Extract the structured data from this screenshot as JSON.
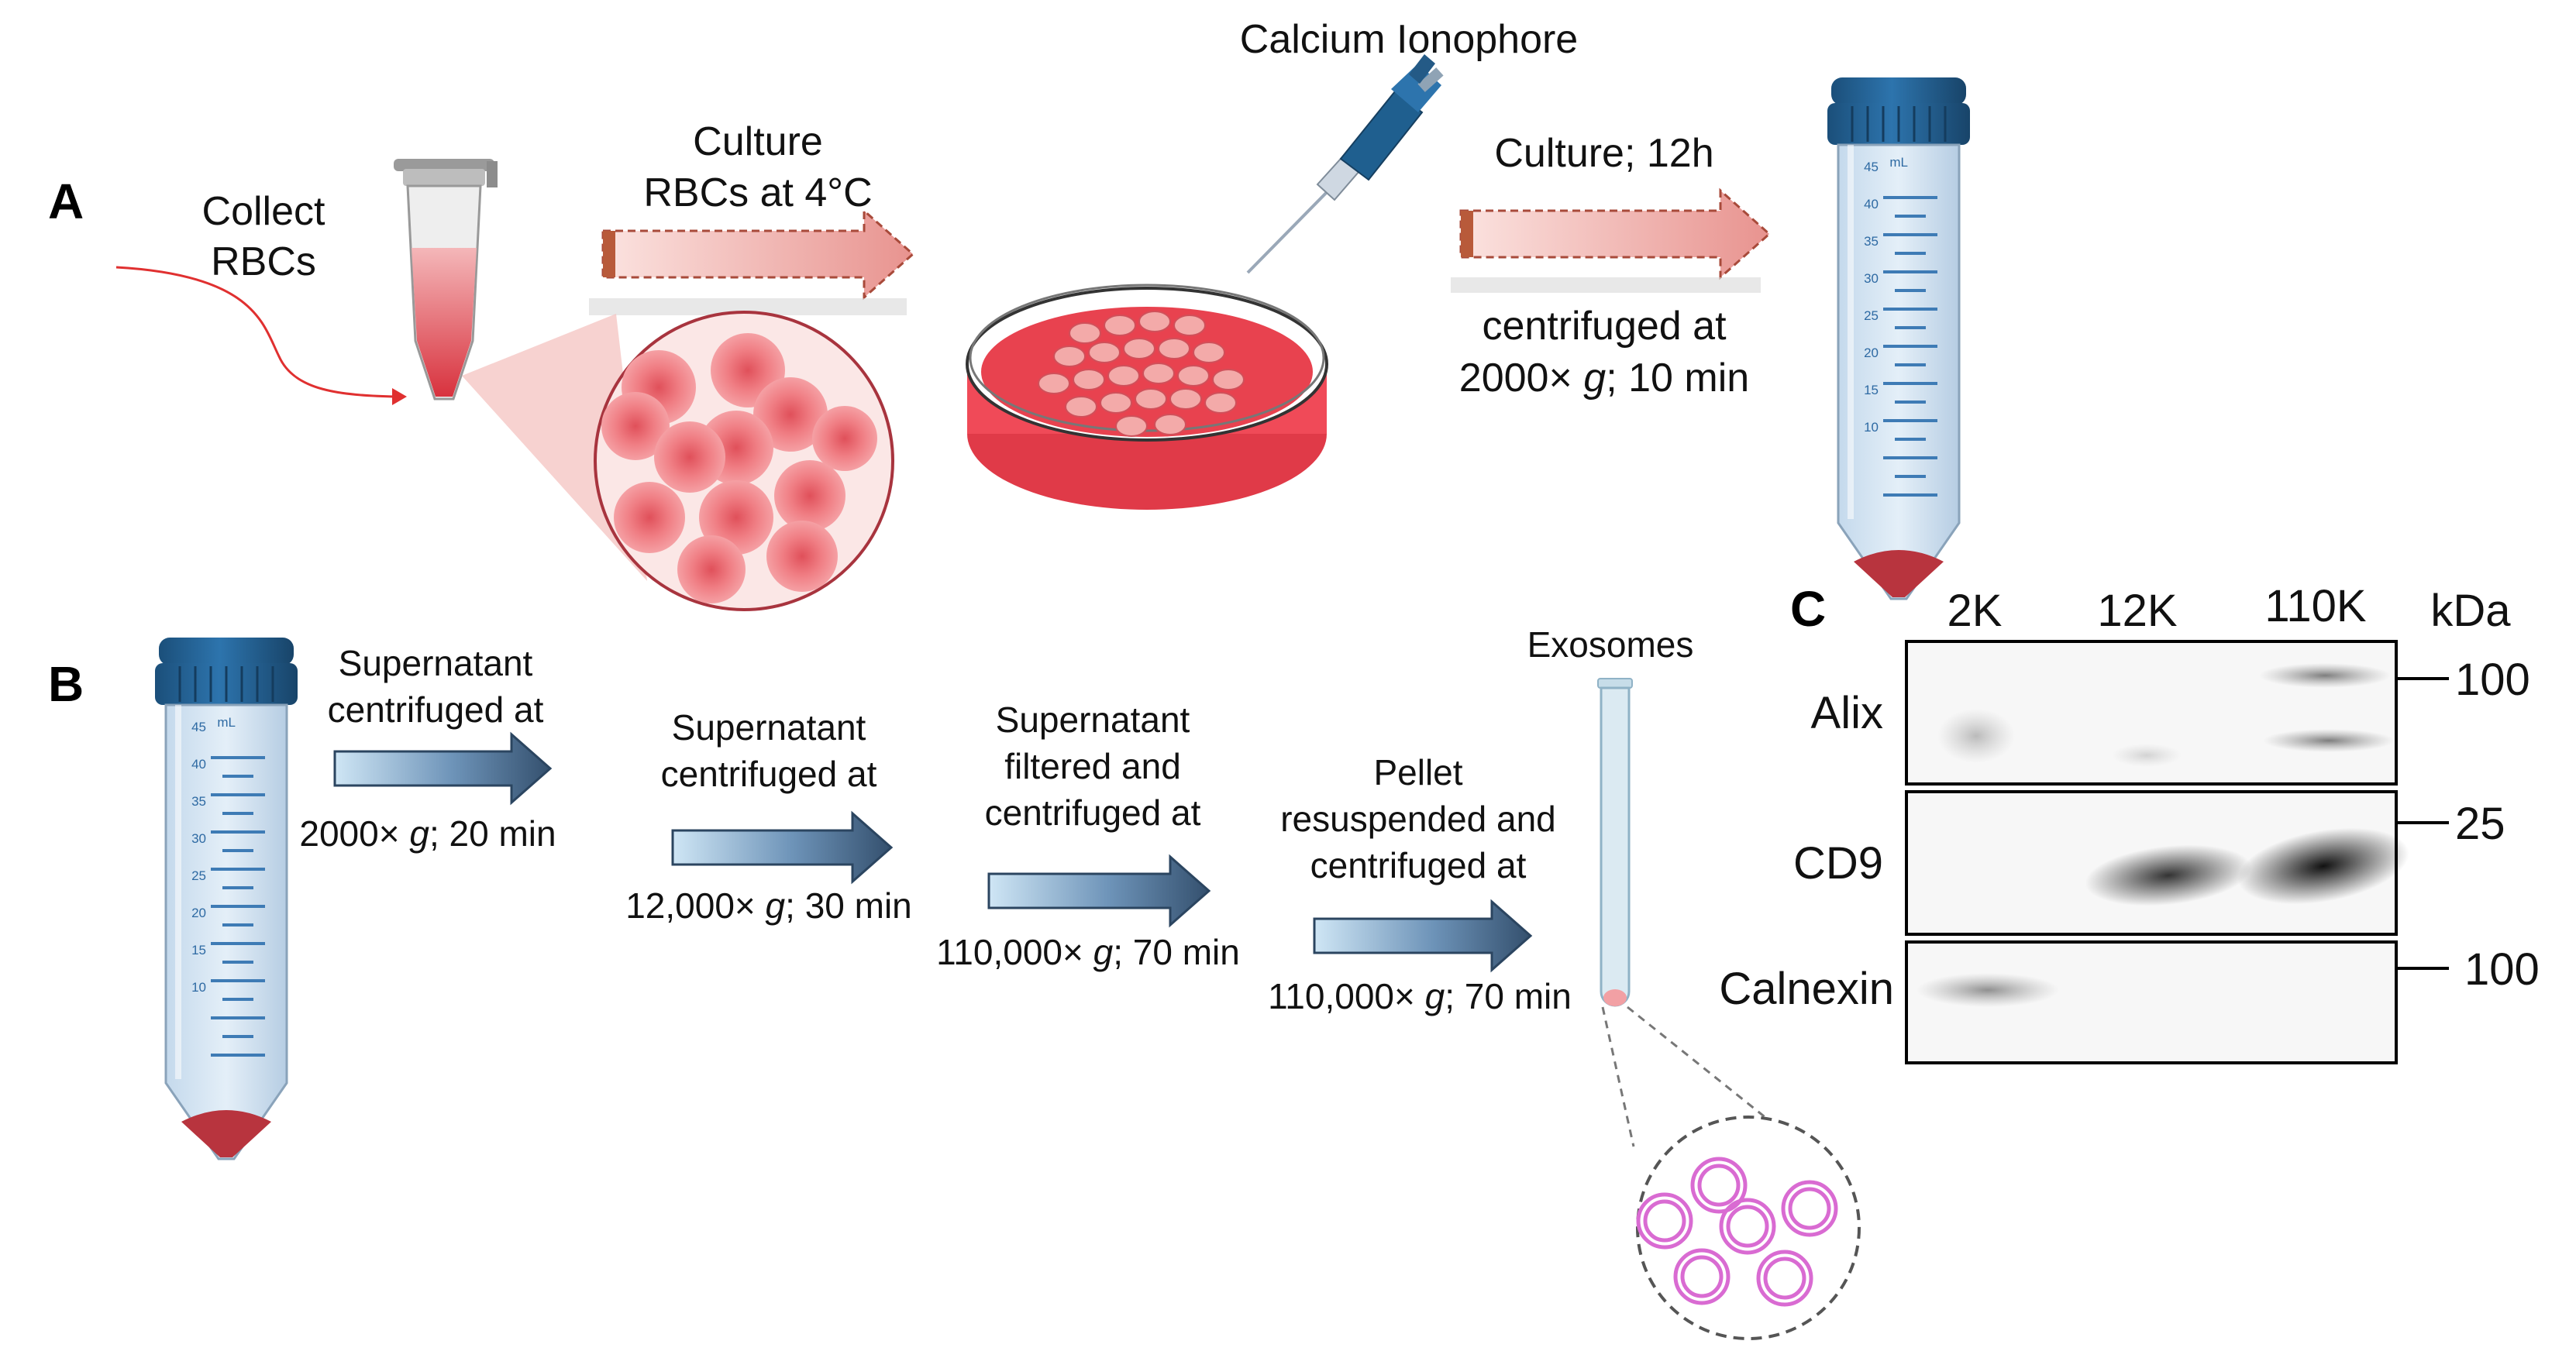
{
  "panels": {
    "a": "A",
    "b": "B",
    "c": "C"
  },
  "panel_a": {
    "collect_line1": "Collect",
    "collect_line2": "RBCs",
    "culture_line1": "Culture",
    "culture_line2": "RBCs at 4°C",
    "ionophore": "Calcium Ionophore",
    "culture12": "Culture; 12h",
    "spin_line1": "centrifuged at",
    "spin_line2_pre": "2000× ",
    "spin_line2_g": "g",
    "spin_line2_post": "; 10 min"
  },
  "panel_b": {
    "step1_top1": "Supernatant",
    "step1_top2": "centrifuged at",
    "step1_bottom_pre": "2000× ",
    "step1_bottom_g": "g",
    "step1_bottom_post": "; 20 min",
    "step2_top1": "Supernatant",
    "step2_top2": "centrifuged at",
    "step2_bottom_pre": "12,000× ",
    "step2_bottom_g": "g",
    "step2_bottom_post": "; 30 min",
    "step3_top1": "Supernatant",
    "step3_top2": "filtered and",
    "step3_top3": "centrifuged at",
    "step3_bottom_pre": "110,000× ",
    "step3_bottom_g": "g",
    "step3_bottom_post": "; 70 min",
    "step4_top1": "Pellet",
    "step4_top2": "resuspended and",
    "step4_top3": "centrifuged at",
    "step4_bottom_pre": "110,000× ",
    "step4_bottom_g": "g",
    "step4_bottom_post": "; 70 min",
    "exosomes": "Exosomes"
  },
  "tube_scale": {
    "unit": "mL",
    "marks": [
      "45",
      "40",
      "35",
      "30",
      "25",
      "20",
      "15",
      "10"
    ]
  },
  "western_blot": {
    "lanes": [
      "2K",
      "12K",
      "110K"
    ],
    "unit": "kDa",
    "rows": [
      {
        "label": "Alix",
        "marker": "100"
      },
      {
        "label": "CD9",
        "marker": "25"
      },
      {
        "label": "Calnexin",
        "marker": "100"
      }
    ]
  },
  "colors": {
    "cap": "#1f5f8f",
    "blood": "#c9474f",
    "dish_red": "#e9414f",
    "pink_arrow": "#e8938f",
    "blue_arrow": "#4f6f8f",
    "exosome": "#d96bd2"
  }
}
